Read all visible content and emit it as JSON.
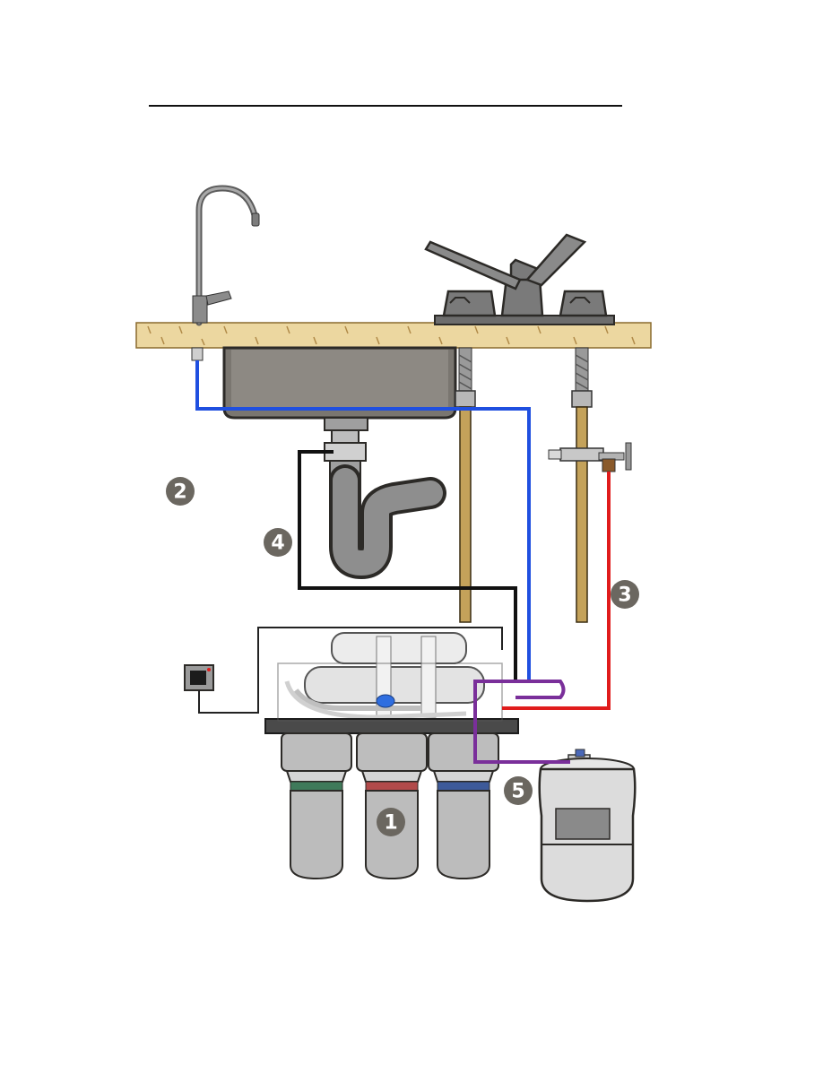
{
  "diagram": {
    "header_rule": true,
    "callouts": [
      {
        "id": "1",
        "label": "1",
        "part": "filter-housings"
      },
      {
        "id": "2",
        "label": "2",
        "part": "faucet-line"
      },
      {
        "id": "3",
        "label": "3",
        "part": "cold-water-feed"
      },
      {
        "id": "4",
        "label": "4",
        "part": "drain-line"
      },
      {
        "id": "5",
        "label": "5",
        "part": "storage-tank"
      }
    ],
    "pipe_colors": {
      "faucet": "#1f4fe0",
      "feed": "#e01c1c",
      "drain": "#111111",
      "tank": "#7a2f9a"
    },
    "filter_bands": [
      "#3f7a5a",
      "#b24a4a",
      "#3d5a9a"
    ],
    "callout_fill": "#6b6760"
  }
}
